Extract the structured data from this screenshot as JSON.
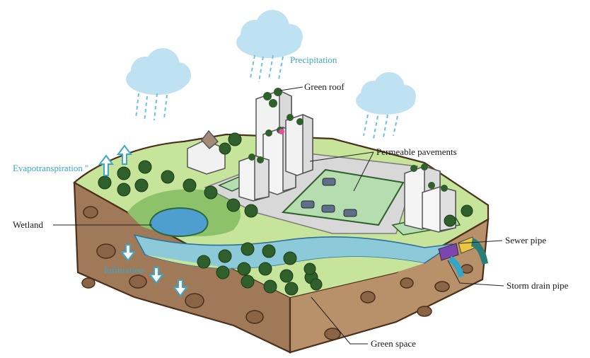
{
  "labels": {
    "precipitation": "Precipitation",
    "green_roof": "Green roof",
    "permeable_pavements": "Permeable pavements",
    "evapotranspiration": "Evapotranspiration \"",
    "wetland": "Wetland",
    "infiltration": "Infiltration",
    "sewer_pipe": "Sewer pipe",
    "storm_drain_pipe": "Storm drain pipe",
    "green_space": "Green space"
  },
  "colors": {
    "water_label": "#3aa7c9",
    "soil": "#a07a58",
    "grass": "#c7e59a",
    "river": "#8cc9d9",
    "cloud": "#bfe2f2",
    "tree": "#2f5f2a"
  }
}
